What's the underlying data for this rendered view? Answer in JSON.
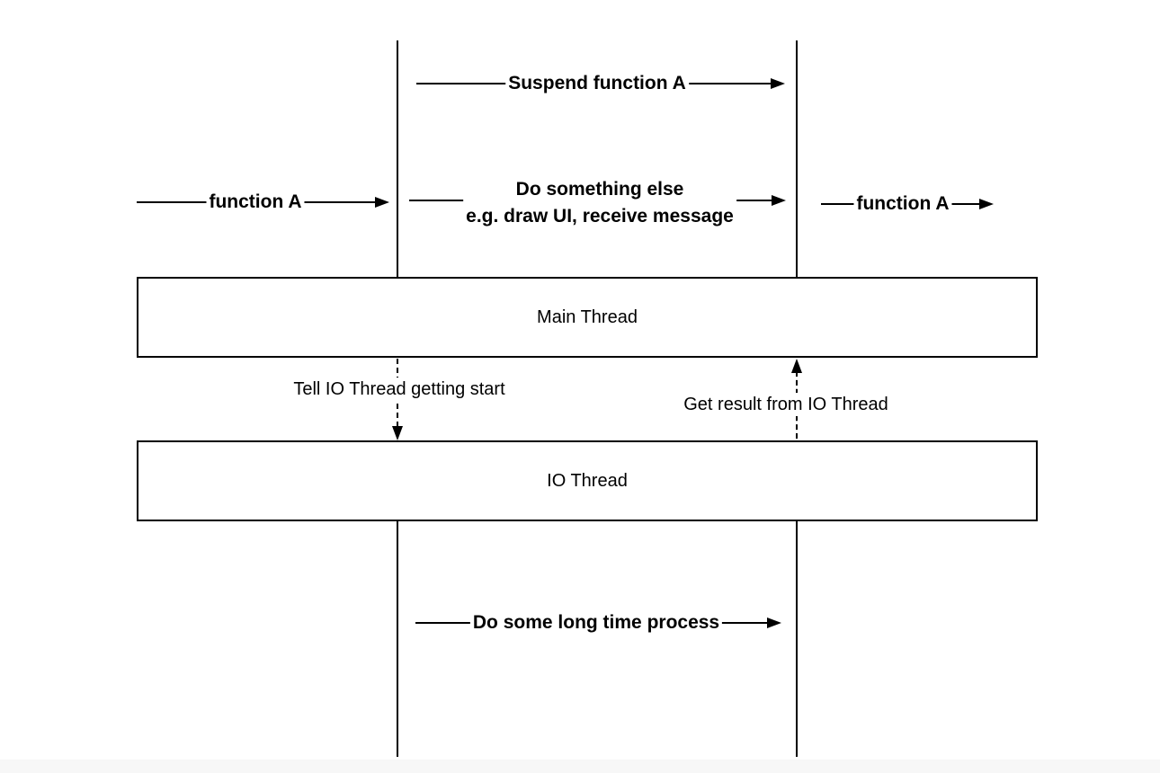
{
  "labels": {
    "function_a_left": "function A",
    "suspend_function_a": "Suspend function A",
    "do_something_else_line1": "Do something else",
    "do_something_else_line2": "e.g. draw UI, receive message",
    "function_a_right": "function A",
    "main_thread": "Main Thread",
    "tell_io_thread": "Tell IO Thread getting start",
    "get_result": "Get result from IO Thread",
    "io_thread": "IO Thread",
    "long_process": "Do some long time process"
  },
  "colors": {
    "line": "#000000",
    "box_border": "#000000",
    "box_fill": "#ffffff",
    "text": "#000000",
    "background": "#ffffff",
    "bottom_strip": "#f7f7f7"
  }
}
